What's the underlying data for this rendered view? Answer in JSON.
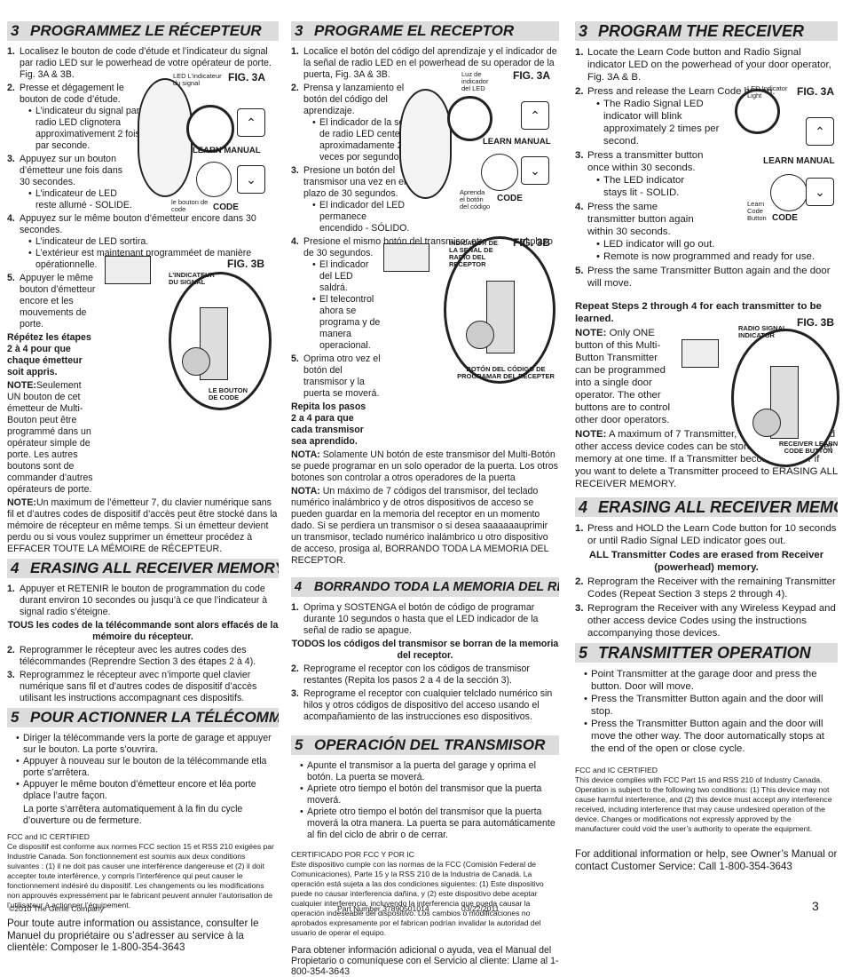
{
  "fr": {
    "s3": {
      "num": "3",
      "title": "PROGRAMMEZ LE RÉCEPTEUR"
    },
    "step1": "Localisez le bouton de code d’étude et l’indicateur du signal par radio LED sur le powerhead de votre opérateur de porte. Fig. 3A & 3B.",
    "step2": "Presse et dégagement le bouton de code d’étude.",
    "step2b": "L’indicateur du signal par radio LED clignotera approximativement 2 fois par seconde.",
    "step3": "Appuyez sur un bouton d’émetteur une fois dans 30 secondes.",
    "step3b": "L’indicateur de LED reste allumé - SOLIDE.",
    "step4": "Appuyez sur le même bouton d’émetteur encore dans 30 secondes.",
    "step4b1": "L’indicateur de LED sortira.",
    "step4b2": "L’extérieur est maintenant programméet de manière opérationnelle.",
    "step5": "Appuyer le même bouton d’émetteur encore et les mouvements de porte.",
    "repeat": "Répétez les étapes 2 à 4 pour que chaque émetteur soit appris.",
    "note1_label": "NOTE:",
    "note1": "Seulement UN bouton de cet émetteur de Multi-Bouton peut être programmé dans un opérateur simple de porte. Les autres boutons sont de commander d’autres opérateurs de porte.",
    "note2_label": "NOTE:",
    "note2": "Un maximum de l’émetteur 7, du clavier numérique sans fil et d’autres codes de dispositif d’accès peut être stocké dans la mémoire de récepteur en même temps. Si un émetteur devient perdu ou si vous voulez supprimer un émetteur procédez à EFFACER TOUTE LA MÉMOIRE de RÉCEPTEUR.",
    "fig3a": "FIG. 3A",
    "fig3a_led": "LED L’indicateur du signal",
    "fig3a_learn": "LEARN MANUAL",
    "fig3a_btn": "le bouton de code",
    "fig3a_code": "CODE",
    "fig3b": "FIG. 3B",
    "fig3b_ind": "L’INDICATEUR DU SIGNAL",
    "fig3b_btn": "LE BOUTON DE CODE",
    "s4": {
      "num": "4",
      "title": "ERASING ALL RECEIVER MEMORY"
    },
    "e1": "Appuyer et RETENIR le bouton de programmation du code durant environ 10 secondes ou jusqu’à ce que l’indicateur à signal radio s’éteigne.",
    "e1c": "TOUS les codes de la télécommande sont alors effacés de la mémoire du récepteur.",
    "e2": "Reprogrammer le récepteur avec les autres codes des télécommandes (Reprendre Section 3 des étapes 2 à 4).",
    "e3": "Reprogrammez le récepteur avec n’importe quel clavier numérique sans fil et d’autres codes de dispositif d’accès utilisant les instructions accompagnant ces dispositifs.",
    "s5": {
      "num": "5",
      "title": "POUR ACTIONNER LA TÉLÉCOMMANDE"
    },
    "o1": "Diriger la télécommande vers la porte de garage et appuyer sur le bouton. La porte s’ouvrira.",
    "o2": "Appuyer à nouveau sur le bouton de la télécommande etla porte s’arrêtera.",
    "o3": "Appuyer le même bouton d’émetteur encore et léa porte dplace l’autre façon.",
    "o3b": "La porte s’arrêtera automatiquement à la fin du cycle d’ouverture ou de fermeture.",
    "fcc_title": "FCC and IC CERTIFIED",
    "fcc": "Ce dispositif est conforme aux normes FCC section 15 et RSS 210 exigées par Industrie Canada. Son fonctionnement est soumis aux deux conditions suivantes : (1) il ne doit pas causer une interférence dangereuse et (2) il doit accepter toute interférence, y compris l’interférence qui peut causer le fonctionnement indésiré du dispositif. Les changements ou les modifications non approuvés expressément par le fabricant peuvent annuler l’autorisation de l’utilisateur à actionner l’équipement.",
    "info": "Pour toute autre information ou assistance, consulter le Manuel du propriétaire ou s’adresser au service à la clientèle: Composer le 1-800-354-3643"
  },
  "es": {
    "s3": {
      "num": "3",
      "title": "PROGRAME EL RECEPTOR"
    },
    "step1": "Localice el botón del código del aprendizaje y el indicador de la señal de radio LED en el powerhead de su operador de la puerta, Fig. 3A & 3B.",
    "step2": "Prensa y lanzamiento el botón del código del aprendizaje.",
    "step2b": "El indicador de la señal de radio LED centellará aproximadamente 2 veces por segundo.",
    "step3": "Presione un botón del transmisor una vez en el plazo de 30 segundos.",
    "step3b": "El indicador del LED permanece encendido - SÓLIDO.",
    "step4": "Presione el mismo botón del transmisor otra vez en el plazo de 30 segundos.",
    "step4b1": "El indicador del LED saldrá.",
    "step4b2": "El telecontrol ahora se programa y de manera operacional.",
    "step5": "Oprima otro vez el botón del transmisor y la puerta se moverá.",
    "repeat": "Repita los pasos 2 a 4 para que cada transmisor sea aprendido.",
    "note1_label": "NOTA:",
    "note1": "Solamente UN botón de este transmisor del Multi-Botón se puede programar en un solo operador de la puerta. Los otros botones son controlar a otros operadores de la puerta",
    "note2_label": "NOTA:",
    "note2": "Un máximo de 7 códigos del transmisor, del teclado numérico inalámbrico y de otros dispositivos de acceso se pueden guardar en la memoria del receptor en un momento dado. Si se perdiera un transmisor o si desea saaaaaauprimir un transmisor, teclado numérico inalámbrico u otro dispositivo de acceso, prosiga al, BORRANDO TODA LA MEMORIA DEL RECEPTOR.",
    "fig3a": "FIG. 3A",
    "fig3a_led": "Luz de indicador del LED",
    "fig3a_learn": "LEARN MANUAL",
    "fig3a_btn": "Aprenda el botón del código",
    "fig3a_code": "CODE",
    "fig3b": "FIG. 3B",
    "fig3b_ind": "INDICADOR DE LA SEÑAL DE RADIO DEL RECEPTOR",
    "fig3b_btn": "BOTÓN DEL CÓDIGO DE PROGRAMAR DEL RECEPTER",
    "s4": {
      "num": "4",
      "title": "BORRANDO TODA LA MEMORIA DEL RECEPTOR"
    },
    "e1": "Oprima y SOSTENGA el botón de código de programar durante 10 segundos o hasta que el LED indicador de la señal de radio se apague.",
    "e1c": "TODOS los códigos del transmisor se borran de la memoria del receptor.",
    "e2": "Reprograme el receptor con los códigos de transmisor restantes (Repita los pasos 2 a 4 de la sección 3).",
    "e3": "Reprograme el receptor con cualquier telclado numérico sin hilos y otros códigos de dispositivo del acceso usando el acompañamiento de las instrucciones eso dispositivos.",
    "s5": {
      "num": "5",
      "title": "OPERACIÓN DEL TRANSMISOR"
    },
    "o1": "Apunte el transmisor a la puerta del garage y oprima el botón. La puerta se moverá.",
    "o2": "Apriete otro tiempo el botón del transmisor que la puerta moverá.",
    "o3": "Apriete otro tiempo el botón del transmisor que la puerta moverá la otra manera. La puerta se para automáticamente al fin del ciclo de abrir o de cerrar.",
    "fcc_title": "CERTIFICADO POR FCC Y POR IC",
    "fcc": "Este dispositivo cumple con las normas de la FCC (Comisión Federal de Comunicaciones), Parte 15 y la RSS 210 de la Industria de Canadá. La operación está sujeta a las dos condiciones siguientes: (1) Este dispositivo puede no causar interferencia dañina, y (2) este dispositivo debe aceptar cualquier interferencia, incluyendo la interferencia que pueda causar la operación indeseable del dispositivo. Los cambios o modificaciones no aprobados expresamente por el fabrican podrían invalidar la autoridad del usuario de operar el equipo.",
    "info": "Para obtener información adicional o ayuda, vea el Manual del Propietario o comuníquese con el Servicio al cliente: Llame al 1-800-354-3643"
  },
  "en": {
    "s3": {
      "num": "3",
      "title": "PROGRAM THE RECEIVER"
    },
    "step1": "Locate the Learn Code button and Radio Signal indicator LED on the powerhead of your door operator, Fig. 3A & B.",
    "step2": "Press and release the Learn Code button.",
    "step2b": "The Radio Signal LED indicator will blink approximately 2 times per second.",
    "step3": "Press a transmitter button once within 30 seconds.",
    "step3b": "The LED indicator stays lit - SOLID.",
    "step4": "Press the same transmitter button again within 30 seconds.",
    "step4b1": "LED indicator will go out.",
    "step4b2": "Remote is now programmed and ready for use.",
    "step5": "Press the same Transmitter Button again and the door will move.",
    "repeat": "Repeat Steps 2 through 4 for each transmitter to be learned.",
    "note1_label": "NOTE:",
    "note1": "Only ONE button of this Multi-Button Transmitter can be programmed into a single door operator. The other buttons are to control other door operators.",
    "note2_label": "NOTE:",
    "note2": "A maximum of 7 Transmitter, Wireless Keypad and other access device codes can be stored into the receiver memory at one time. If a Transmitter becomes lost or if you want to delete a Transmitter proceed to ERASING ALL RECEIVER MEMORY.",
    "fig3a": "FIG. 3A",
    "fig3a_led": "LED Indicator Light",
    "fig3a_learn": "LEARN MANUAL",
    "fig3a_btn": "Learn Code Button",
    "fig3a_code": "CODE",
    "fig3b": "FIG. 3B",
    "fig3b_ind": "RADIO SIGNAL INDICATOR",
    "fig3b_btn": "RECEIVER LEARN CODE BUTTON",
    "s4": {
      "num": "4",
      "title": "ERASING ALL RECEIVER MEMORY"
    },
    "e1": "Press and HOLD the Learn Code button for 10 seconds or until Radio Signal LED indicator goes out.",
    "e1c": "ALL Transmitter Codes are erased from Receiver (powerhead) memory.",
    "e2": "Reprogram the Receiver with the remaining Transmitter Codes (Repeat Section 3 steps 2 through 4).",
    "e3": "Reprogram the Receiver with any Wireless Keypad and other access device Codes using the instructions accompanying those devices.",
    "s5": {
      "num": "5",
      "title": "TRANSMITTER OPERATION"
    },
    "o1": "Point Transmitter at the garage door and press the button. Door will move.",
    "o2": "Press the Transmitter Button again and the door will stop.",
    "o3": "Press the Transmitter Button again and the door will move the other way. The door automatically stops at the end of the open or close cycle.",
    "fcc_title": "FCC and IC CERTIFIED",
    "fcc": "This device complies with FCC Part 15 and RSS 210 of Industry Canada. Operation is subject to the following two conditions: (1) This device may not cause harmful interference, and (2) this device must accept any interference received, including interference that may cause undesired operation of the device. Changes or modifications not expressly approved by the manufacturer could void the user’s authority to operate the equipment.",
    "info": "For additional information or help, see Owner’s Manual or contact Customer Service: Call 1-800-354-3643"
  },
  "footer": {
    "copyright": "©2010   The Genie Company",
    "part": "Part Number 37890501014",
    "date": "03/22/2011",
    "page": "3"
  },
  "icons": {
    "up": "chevron-up-icon",
    "down": "chevron-down-icon"
  }
}
